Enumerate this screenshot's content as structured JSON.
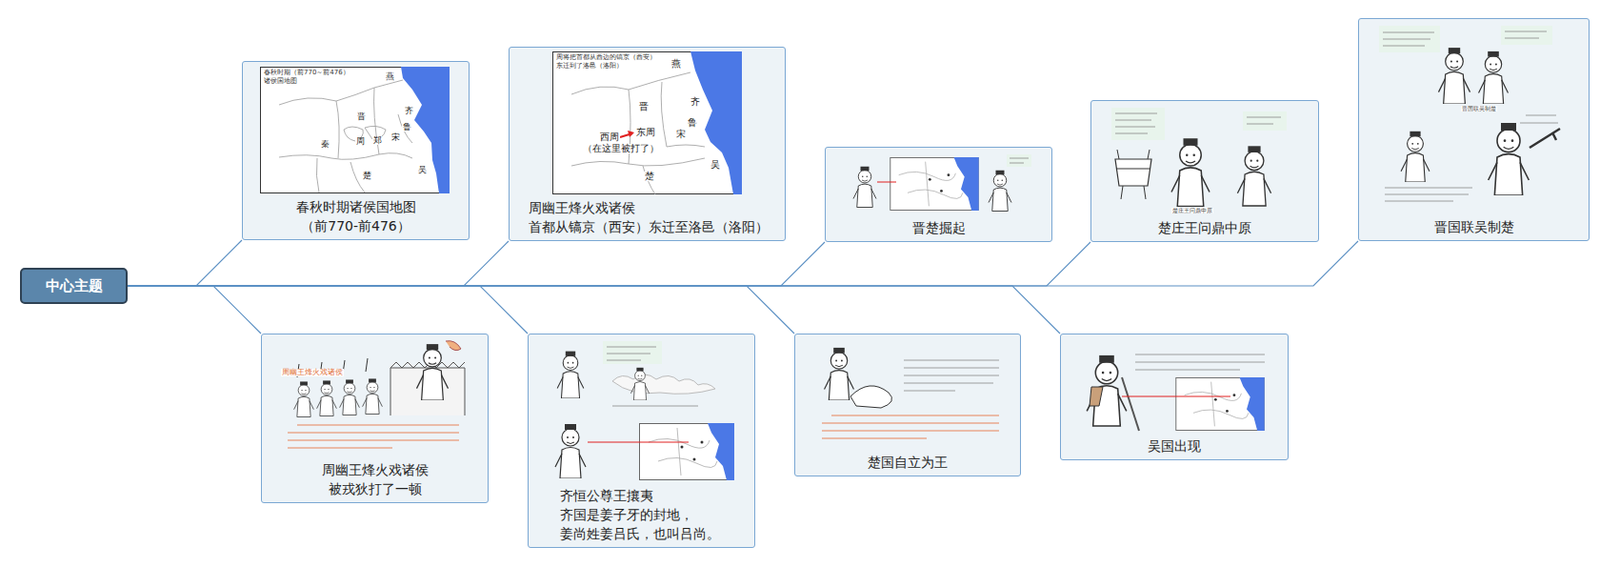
{
  "diagram": {
    "nodes": [
      {
        "text": [
          "中心主题"
        ]
      },
      {
        "text": [
          "春秋时期诸侯国地图",
          "（前770-前476）"
        ]
      },
      {
        "text": [
          "周幽王烽火戏诸侯",
          "被戎狄打了一顿"
        ]
      },
      {
        "text": [
          "周幽王烽火戏诸侯",
          "首都从镐京（西安）东迁至洛邑（洛阳）"
        ]
      },
      {
        "text": [
          "齐恒公尊王攘夷",
          "齐国是姜子牙的封地，",
          "姜尚姓姜吕氏，也叫吕尚。"
        ]
      },
      {
        "text": [
          "晋楚掘起"
        ]
      },
      {
        "text": [
          "楚国自立为王"
        ]
      },
      {
        "text": [
          "楚庄王问鼎中原"
        ]
      },
      {
        "text": [
          "吴国出现"
        ]
      },
      {
        "text": [
          "晋国联吴制楚"
        ]
      }
    ],
    "edges": [
      {
        "from": 0,
        "to": 1,
        "arrow": "none"
      },
      {
        "from": 0,
        "to": 2,
        "arrow": "none"
      },
      {
        "from": 0,
        "to": 3,
        "arrow": "none"
      },
      {
        "from": 0,
        "to": 4,
        "arrow": "none"
      },
      {
        "from": 0,
        "to": 5,
        "arrow": "none"
      },
      {
        "from": 0,
        "to": 6,
        "arrow": "none"
      },
      {
        "from": 0,
        "to": 7,
        "arrow": "none"
      },
      {
        "from": 0,
        "to": 8,
        "arrow": "none"
      },
      {
        "from": 0,
        "to": 9,
        "arrow": "none"
      }
    ],
    "labels": [
      "春秋时期（前770～前476）",
      "诸侯国地图",
      "燕",
      "晋",
      "齐",
      "秦",
      "周",
      "郑",
      "鲁",
      "宋",
      "楚",
      "吴",
      "周将把首都从西边的镐京（西安）",
      "东迁到了洛邑（洛阳）",
      "燕",
      "晋",
      "齐",
      "鲁",
      "宋",
      "西周",
      "东周",
      "（在这里被打了）",
      "楚",
      "吴",
      "周幽王烽火戏诸侯",
      "楚庄王问鼎中原",
      "晋国联吴制楚"
    ]
  }
}
